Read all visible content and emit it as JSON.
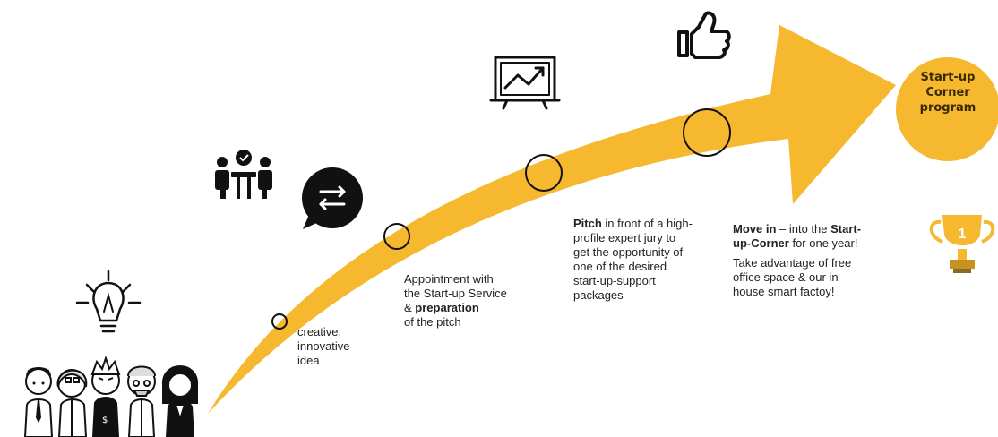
{
  "destination": {
    "label_lines": [
      "Start-up",
      "Corner",
      "program"
    ]
  },
  "steps": [
    {
      "text_lines": [
        "creative,",
        "innovative",
        "idea"
      ]
    },
    {
      "line1": "Appointment with",
      "line2": "the Start-up Service",
      "line3_sym": "& ",
      "line3_bold": "preparation",
      "line4": "of the pitch"
    },
    {
      "bold": "Pitch",
      "line1_rest": " in front of a high-",
      "line2": "profile expert jury to",
      "line3": "get the opportunity of",
      "line4": "one of the desired",
      "line5": "start-up-support",
      "line6": "packages"
    },
    {
      "bold1": "Move in",
      "line1_rest": " – into the ",
      "bold2": "Start-",
      "bold3": "up-Corner",
      "line2_rest": "  for one year!",
      "extra1": "Take advantage of free",
      "extra2": "office space & our in-",
      "extra3": "house smart factoy!"
    }
  ],
  "trophy": {
    "number": "1"
  },
  "colors": {
    "accent": "#f5b82e",
    "circle": "#f5b82e",
    "ink": "#111111"
  }
}
